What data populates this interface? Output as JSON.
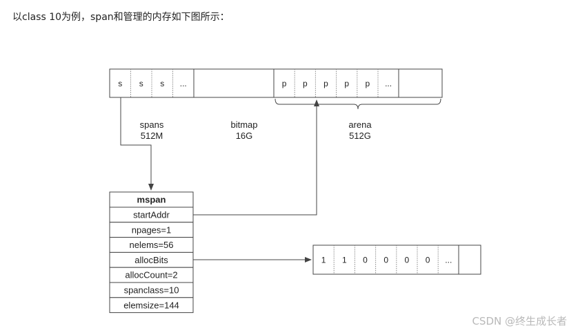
{
  "heading": "以class 10为例，span和管理的内存如下图所示：",
  "top_row": {
    "span_cells": [
      "s",
      "s",
      "s",
      "..."
    ],
    "arena_cells": [
      "p",
      "p",
      "p",
      "p",
      "p",
      "..."
    ]
  },
  "regions": {
    "spans": {
      "name": "spans",
      "size": "512M"
    },
    "bitmap": {
      "name": "bitmap",
      "size": "16G"
    },
    "arena": {
      "name": "arena",
      "size": "512G"
    }
  },
  "mspan": {
    "title": "mspan",
    "fields": [
      "startAddr",
      "npages=1",
      "nelems=56",
      "allocBits",
      "allocCount=2",
      "spanclass=10",
      "elemsize=144"
    ]
  },
  "alloc_bits": [
    "1",
    "1",
    "0",
    "0",
    "0",
    "0",
    "..."
  ],
  "watermark": "CSDN @终生成长者",
  "colors": {
    "line": "#444444",
    "dotted": "#888888",
    "text": "#222222"
  }
}
